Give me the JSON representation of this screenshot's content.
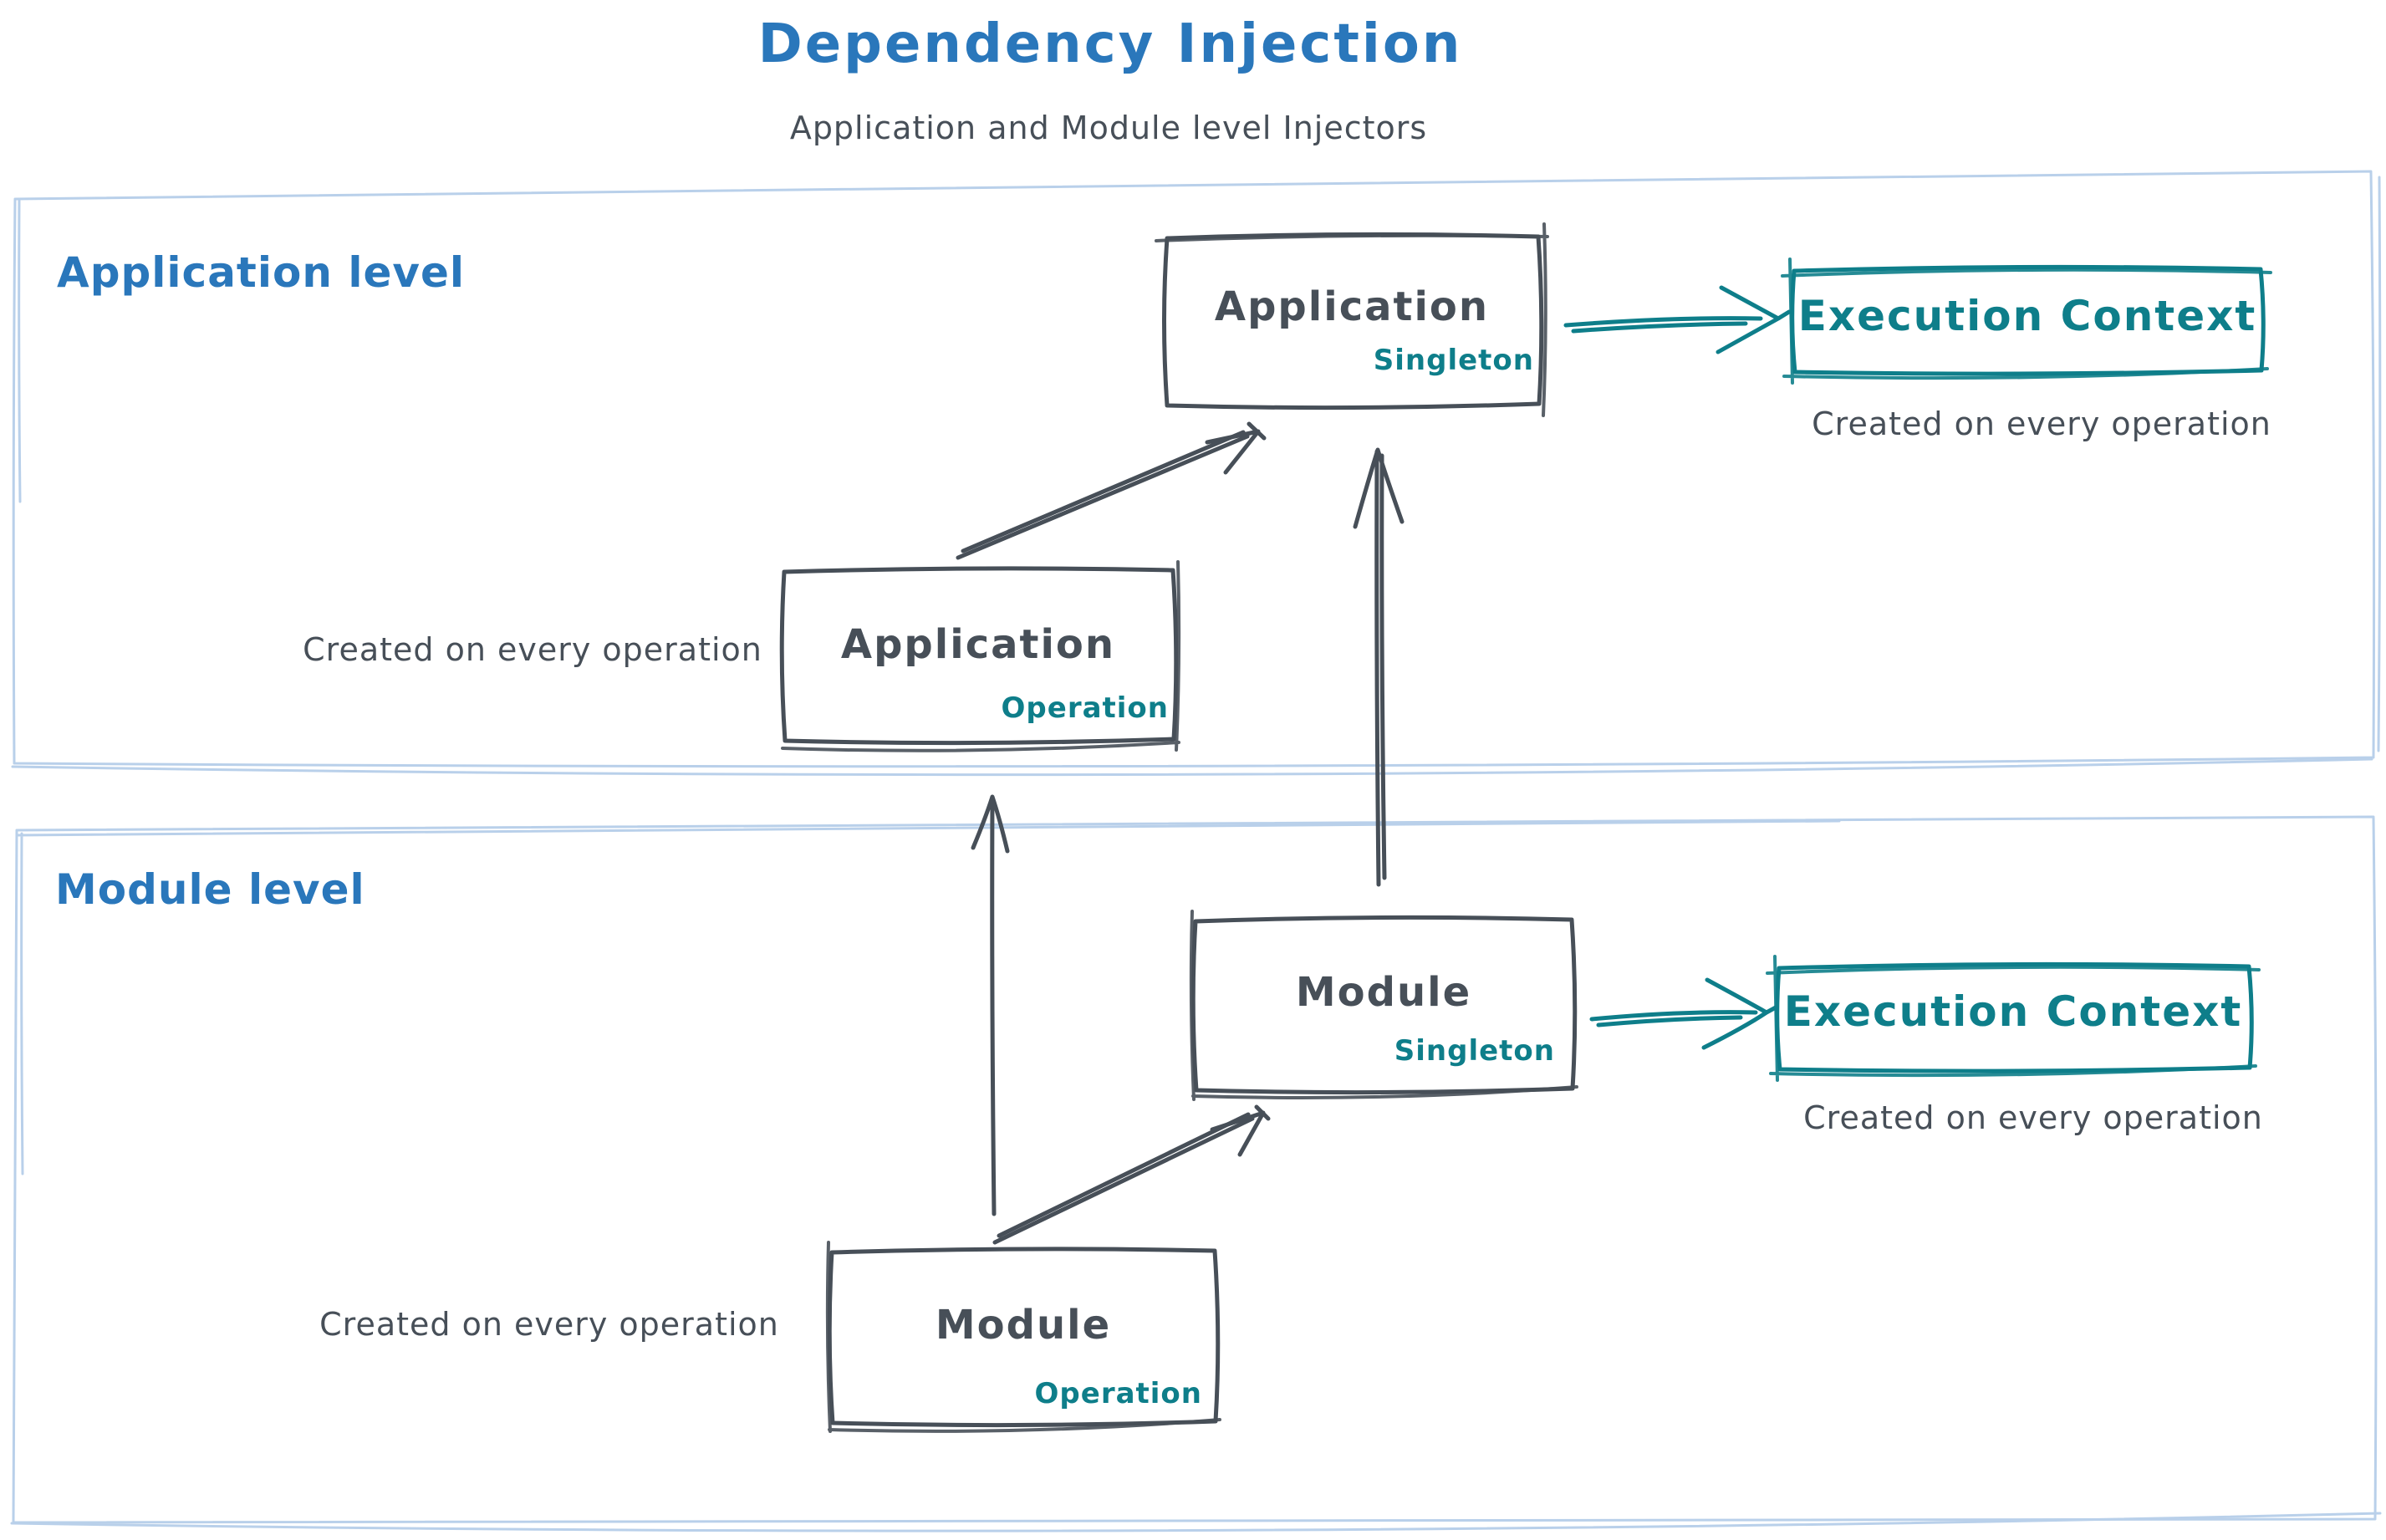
{
  "header": {
    "title": "Dependency Injection",
    "subtitle": "Application and Module level Injectors"
  },
  "colors": {
    "title_blue": "#2a77bb",
    "teal": "#0e7e8a",
    "ink": "#474f58",
    "section_border": "#b9d0ea"
  },
  "application_level": {
    "label": "Application level",
    "singleton_box": {
      "title": "Application",
      "tag": "Singleton"
    },
    "operation_box": {
      "title": "Application",
      "tag": "Operation"
    },
    "operation_note": "Created on every operation",
    "execution_context_box": {
      "label": "Execution Context"
    },
    "execution_note": "Created on every operation"
  },
  "module_level": {
    "label": "Module level",
    "singleton_box": {
      "title": "Module",
      "tag": "Singleton"
    },
    "operation_box": {
      "title": "Module",
      "tag": "Operation"
    },
    "operation_note": "Created on every operation",
    "execution_context_box": {
      "label": "Execution Context"
    },
    "execution_note": "Created on every operation"
  }
}
